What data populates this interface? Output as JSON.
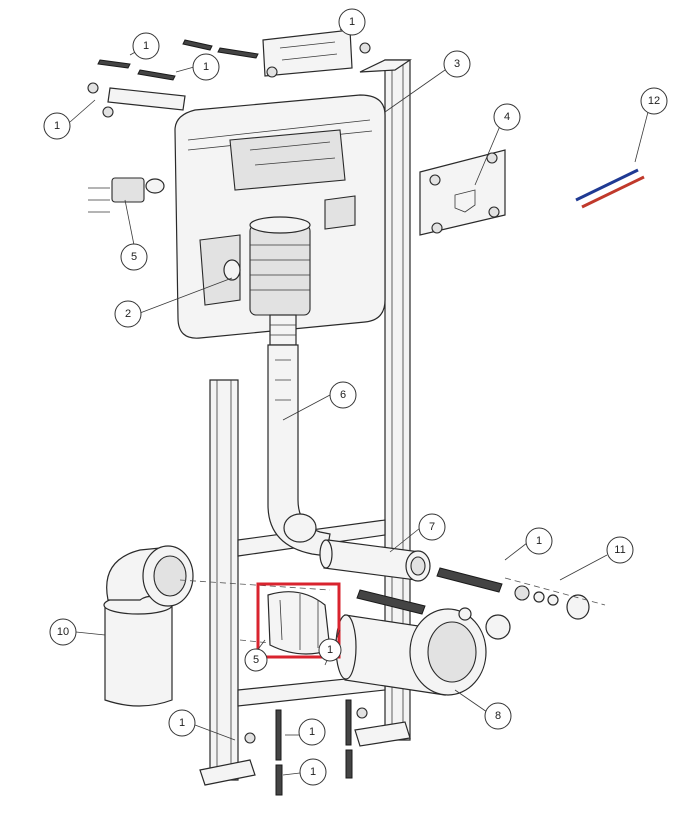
{
  "diagram": {
    "callouts": [
      {
        "label": "1"
      },
      {
        "label": "1"
      },
      {
        "label": "1"
      },
      {
        "label": "1"
      },
      {
        "label": "1"
      },
      {
        "label": "1"
      },
      {
        "label": "1"
      },
      {
        "label": "1"
      },
      {
        "label": "1"
      },
      {
        "label": "2"
      },
      {
        "label": "3"
      },
      {
        "label": "4"
      },
      {
        "label": "5"
      },
      {
        "label": "5"
      },
      {
        "label": "6"
      },
      {
        "label": "7"
      },
      {
        "label": "8"
      },
      {
        "label": "10"
      },
      {
        "label": "11"
      },
      {
        "label": "12"
      }
    ],
    "highlight_color": "#d9232e",
    "water_lines": {
      "cold": "#1f3a93",
      "hot": "#c0392b"
    }
  }
}
